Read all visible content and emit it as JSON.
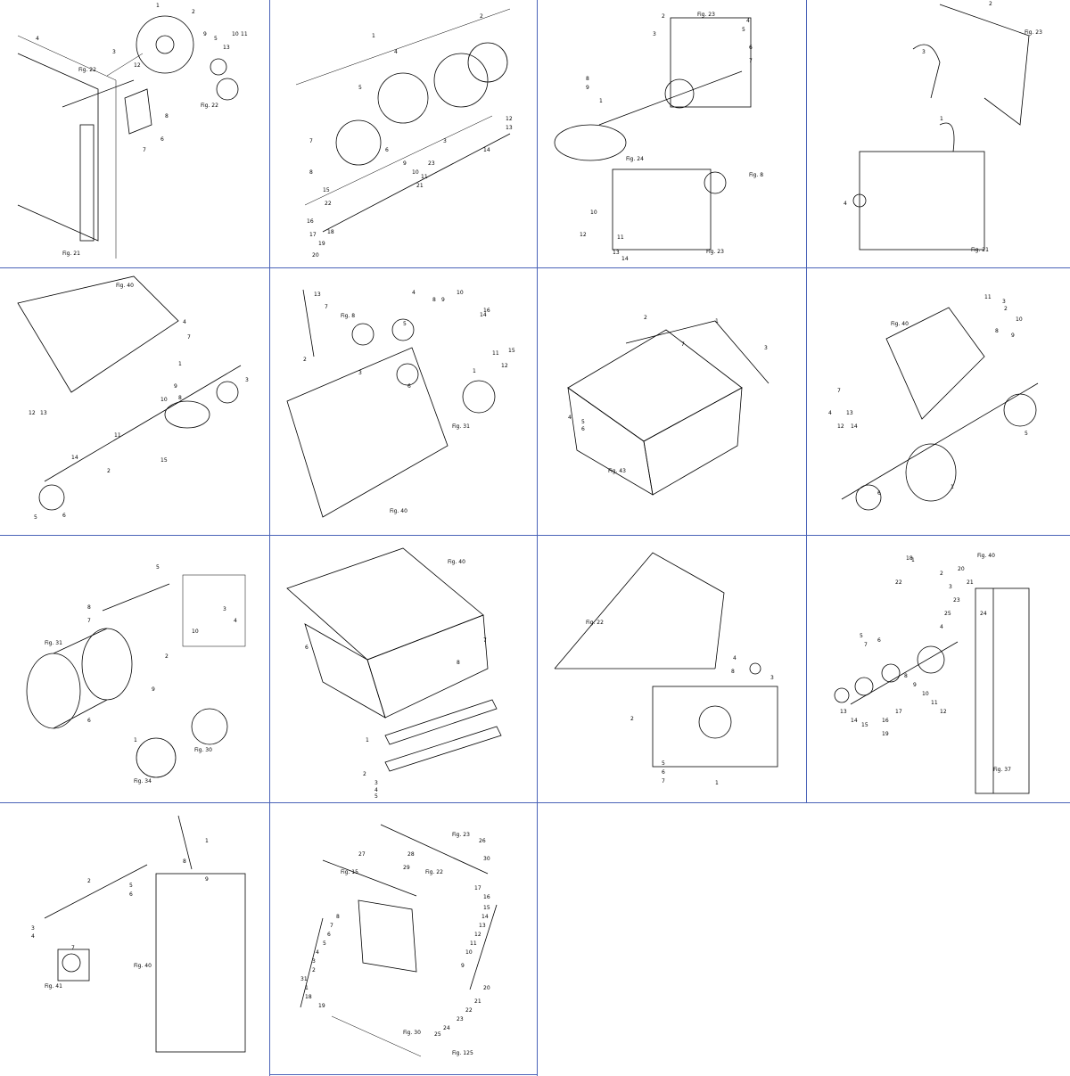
{
  "sheet": {
    "panels": [
      {
        "id": "p1",
        "labels": [
          "Fig. 22",
          "Fig. 21",
          "Fig. 22",
          "1",
          "2",
          "3",
          "4",
          "5",
          "6",
          "7",
          "8",
          "9",
          "10",
          "11",
          "12",
          "13"
        ]
      },
      {
        "id": "p2",
        "labels": [
          "1",
          "2",
          "3",
          "4",
          "5",
          "6",
          "7",
          "8",
          "9",
          "10",
          "11",
          "12",
          "13",
          "14",
          "15",
          "16",
          "17",
          "18",
          "19",
          "20",
          "21",
          "22",
          "23"
        ]
      },
      {
        "id": "p3",
        "labels": [
          "Fig. 23",
          "Fig. 24",
          "Fig. 8",
          "Fig. 23",
          "1",
          "2",
          "3",
          "4",
          "5",
          "6",
          "7",
          "8",
          "9",
          "10",
          "11",
          "12",
          "13",
          "14"
        ]
      },
      {
        "id": "p4",
        "labels": [
          "Fig. 23",
          "Fig. 21",
          "1",
          "2",
          "3",
          "4"
        ]
      },
      {
        "id": "p5",
        "labels": [
          "Fig. 40",
          "1",
          "2",
          "3",
          "4",
          "5",
          "6",
          "7",
          "8",
          "9",
          "10",
          "11",
          "12",
          "13",
          "14",
          "15"
        ]
      },
      {
        "id": "p6",
        "labels": [
          "Fig. 8",
          "Fig. 31",
          "Fig. 40",
          "1",
          "2",
          "3",
          "4",
          "5",
          "6",
          "7",
          "8",
          "9",
          "10",
          "11",
          "12",
          "13",
          "14",
          "15",
          "16"
        ]
      },
      {
        "id": "p7",
        "labels": [
          "Fig. 43",
          "1",
          "2",
          "3",
          "4",
          "5",
          "6",
          "7"
        ]
      },
      {
        "id": "p8",
        "labels": [
          "Fig. 40",
          "1",
          "2",
          "3",
          "4",
          "5",
          "6",
          "7",
          "8",
          "9",
          "10",
          "11",
          "12",
          "13",
          "14"
        ]
      },
      {
        "id": "p9",
        "labels": [
          "Fig. 31",
          "Fig. 30",
          "Fig. 34",
          "1",
          "2",
          "3",
          "4",
          "5",
          "6",
          "7",
          "8",
          "9",
          "10"
        ]
      },
      {
        "id": "p10",
        "labels": [
          "Fig. 40",
          "1",
          "2",
          "3",
          "4",
          "5",
          "6",
          "7",
          "8"
        ]
      },
      {
        "id": "p11",
        "labels": [
          "Fig. 22",
          "1",
          "2",
          "3",
          "4",
          "5",
          "6",
          "7",
          "8"
        ]
      },
      {
        "id": "p12",
        "labels": [
          "Fig. 40",
          "Fig. 37",
          "1",
          "2",
          "3",
          "4",
          "5",
          "6",
          "7",
          "8",
          "9",
          "10",
          "11",
          "12",
          "13",
          "14",
          "15",
          "16",
          "17",
          "18",
          "19",
          "20",
          "21",
          "22",
          "23",
          "24",
          "25"
        ]
      },
      {
        "id": "p13",
        "labels": [
          "Fig. 41",
          "Fig. 40",
          "1",
          "2",
          "3",
          "4",
          "5",
          "6",
          "7",
          "8",
          "9"
        ]
      },
      {
        "id": "p14",
        "labels": [
          "Fig. 23",
          "Fig. 22",
          "Fig. 15",
          "Fig. 30",
          "Fig. 125",
          "1",
          "2",
          "3",
          "4",
          "5",
          "6",
          "7",
          "8",
          "9",
          "10",
          "11",
          "12",
          "13",
          "14",
          "15",
          "16",
          "17",
          "18",
          "19",
          "20",
          "21",
          "22",
          "23",
          "24",
          "25",
          "26",
          "27",
          "28",
          "29",
          "30",
          "31"
        ]
      }
    ],
    "grid_color": "#4a63b8"
  }
}
